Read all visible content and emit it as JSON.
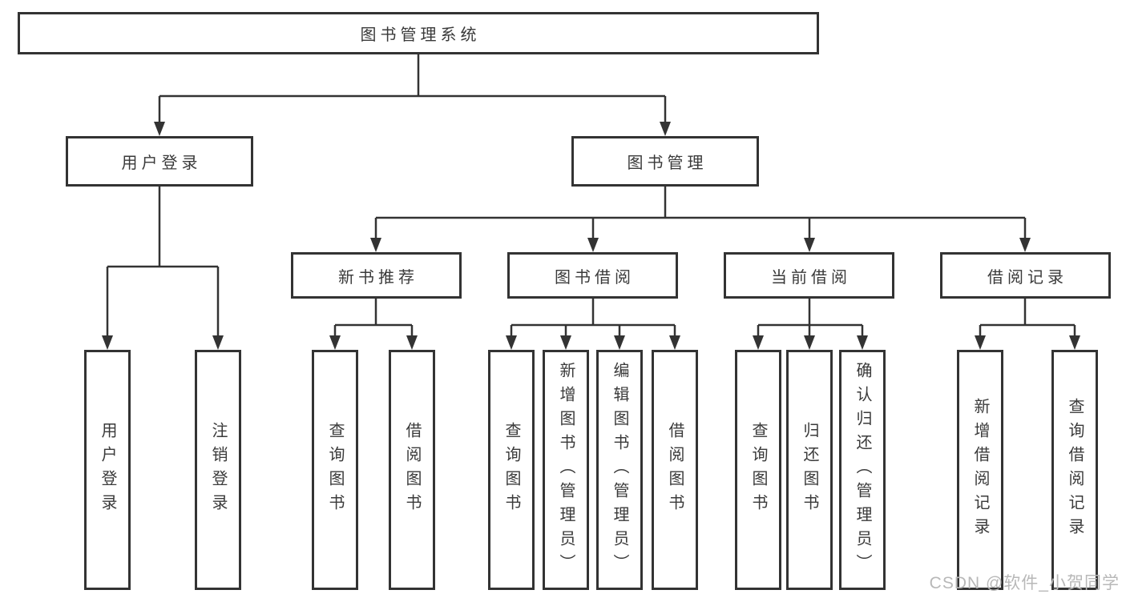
{
  "diagram": {
    "title": "图书管理系统",
    "level2": [
      {
        "label": "用户登录"
      },
      {
        "label": "图书管理"
      }
    ],
    "level3": [
      {
        "label": "新书推荐"
      },
      {
        "label": "图书借阅"
      },
      {
        "label": "当前借阅"
      },
      {
        "label": "借阅记录"
      }
    ],
    "leaves": [
      {
        "label": "用户登录"
      },
      {
        "label": "注销登录"
      },
      {
        "label": "查询图书"
      },
      {
        "label": "借阅图书"
      },
      {
        "label": "查询图书"
      },
      {
        "label": "新增图书（管理员）"
      },
      {
        "label": "编辑图书（管理员）"
      },
      {
        "label": "借阅图书"
      },
      {
        "label": "查询图书"
      },
      {
        "label": "归还图书"
      },
      {
        "label": "确认归还（管理员）"
      },
      {
        "label": "新增借阅记录"
      },
      {
        "label": "查询借阅记录"
      }
    ],
    "watermark": "CSDN @软件_小贺同学",
    "colors": {
      "line": "#333333",
      "text": "#3a3a3a",
      "watermark": "#b8b8b8",
      "background": "#ffffff"
    }
  }
}
